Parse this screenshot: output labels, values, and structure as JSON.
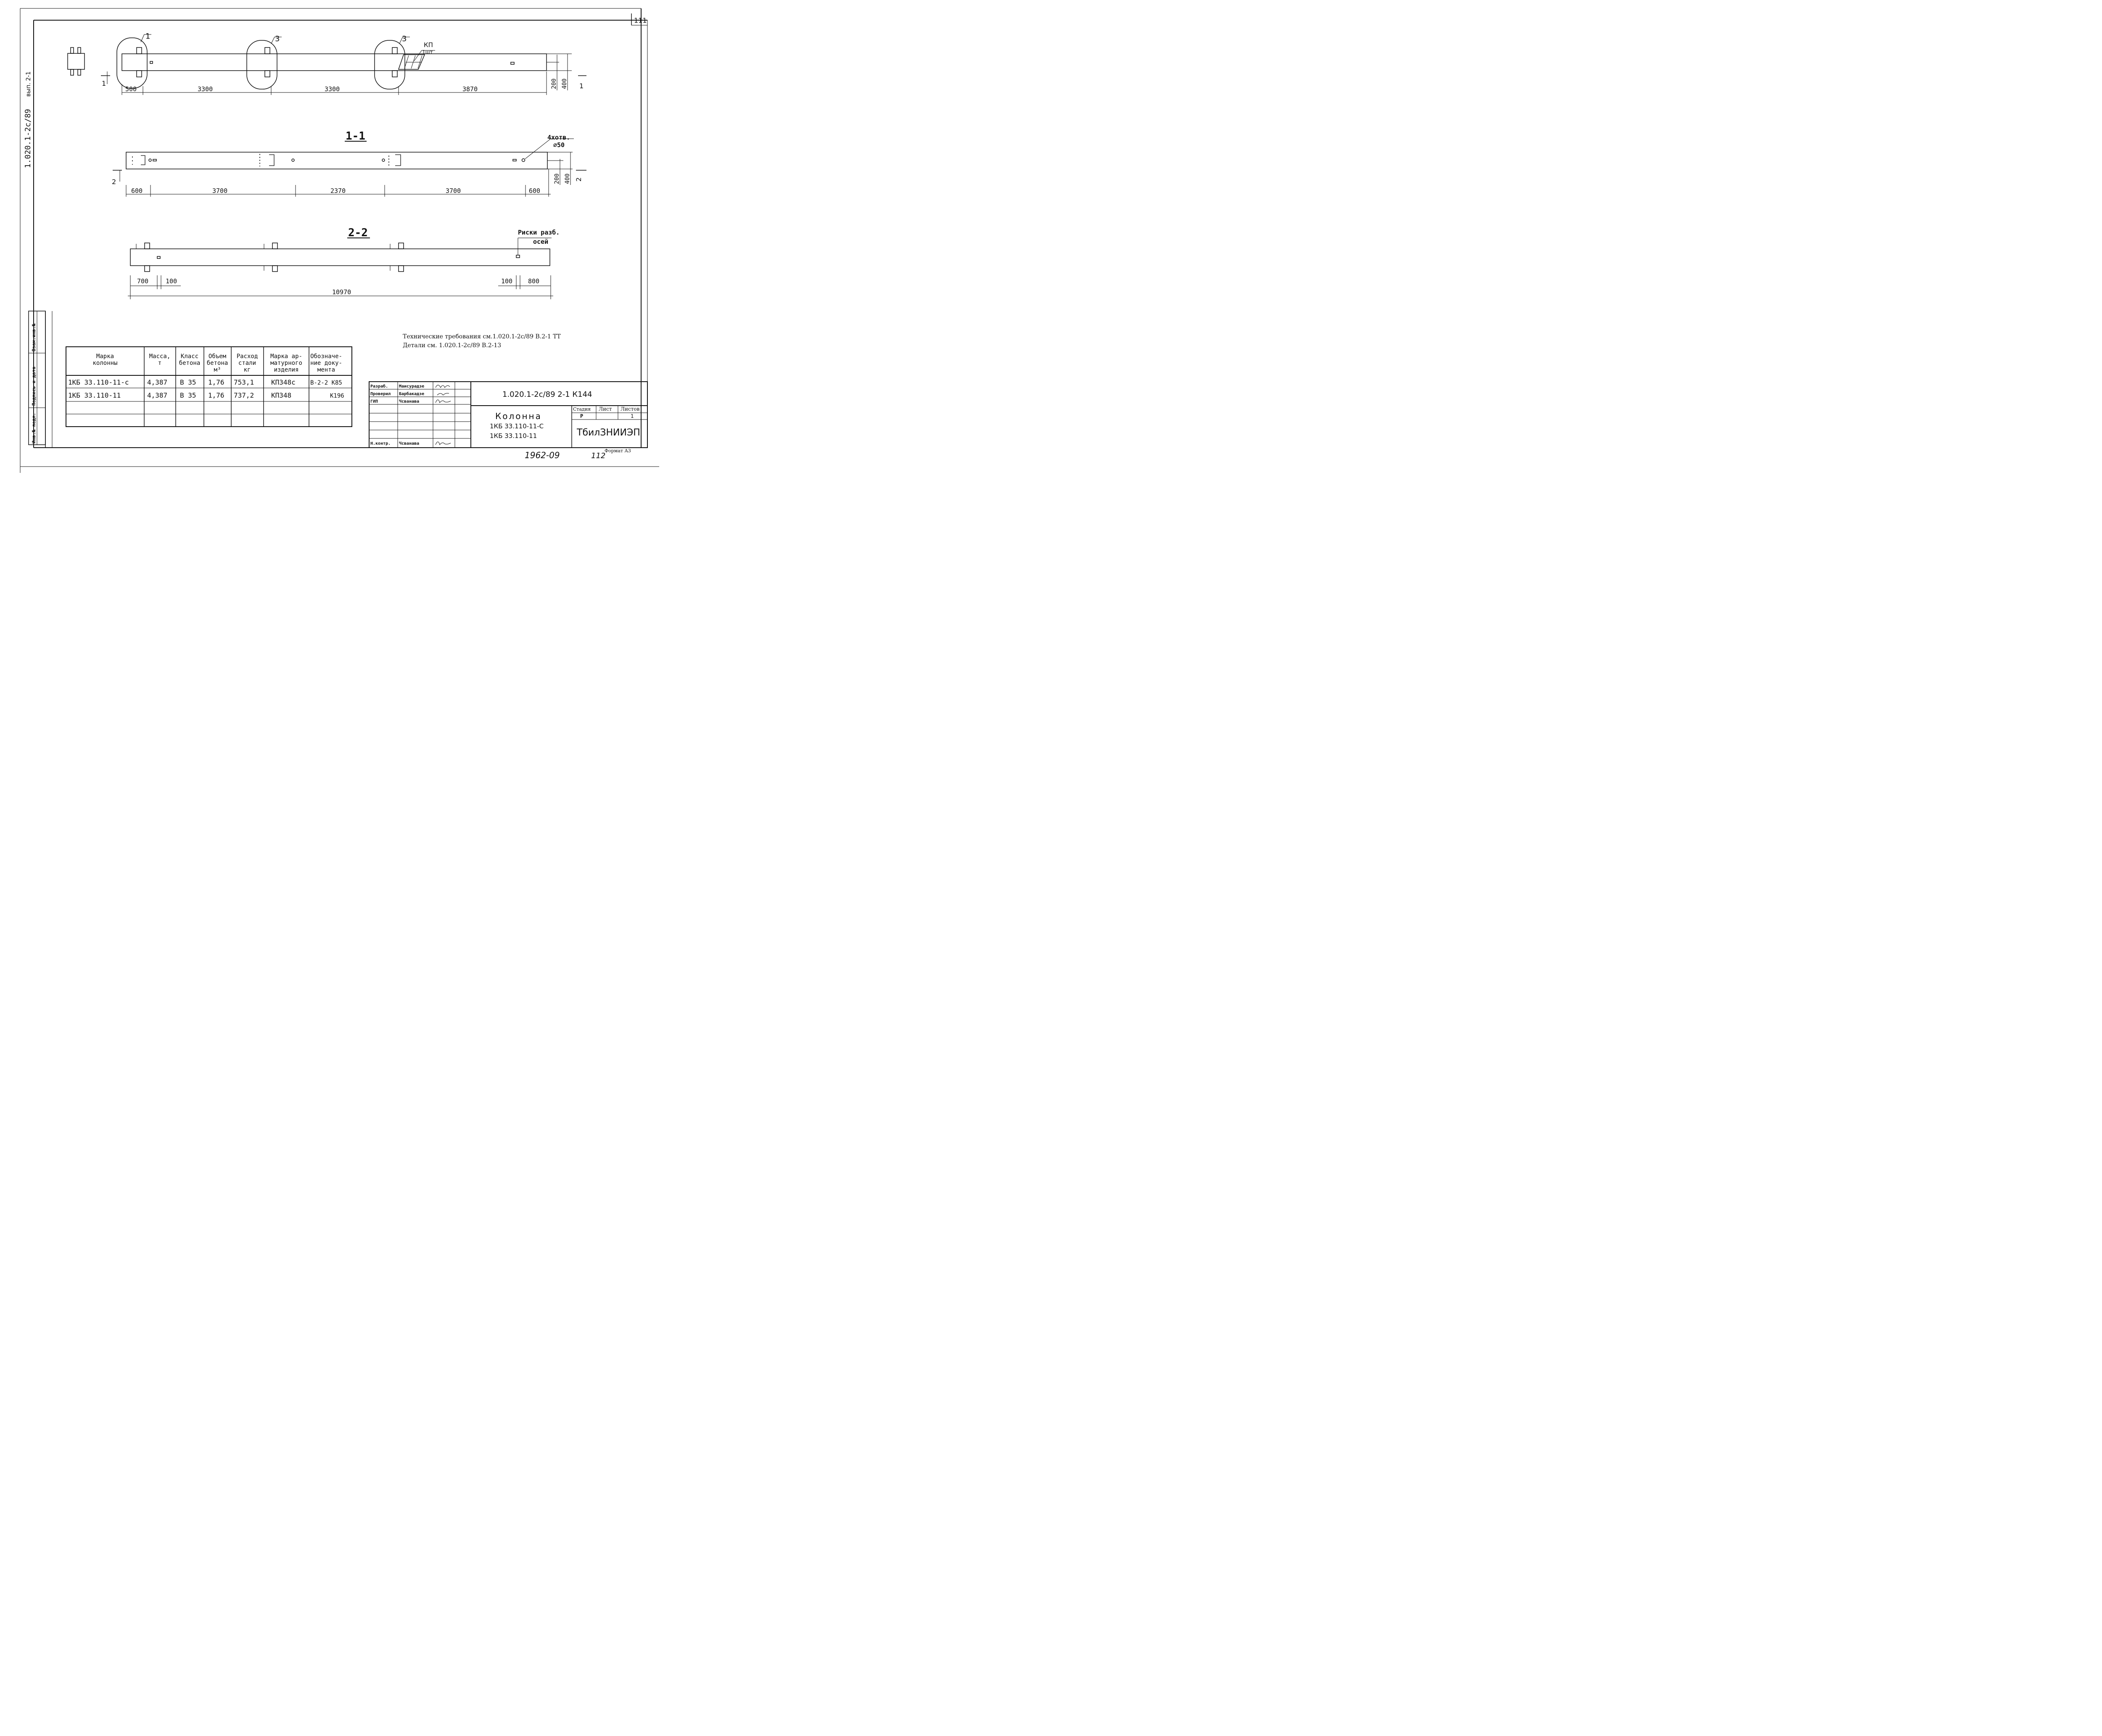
{
  "sheet": {
    "number_corner": "111",
    "side_code": "1.020.1-2с/89",
    "side_issue": "вып. 2-1",
    "footer_handwritten": "1962-09",
    "footer_page": "112",
    "format_label": "Формат А3"
  },
  "plan": {
    "callouts": [
      "1",
      "3",
      "3"
    ],
    "insert_label": "КП",
    "insert_qty": "1шт",
    "section_mark": "1",
    "dims": [
      "500",
      "3300",
      "3300",
      "3870"
    ],
    "dims_vertical": [
      "200",
      "400"
    ]
  },
  "section11": {
    "title": "1-1",
    "holes_label": "4хотв.",
    "holes_diameter": "⌀50",
    "section_mark": "2",
    "dims": [
      "600",
      "3700",
      "2370",
      "3700",
      "600"
    ],
    "dims_vertical": [
      "200",
      "400"
    ]
  },
  "section22": {
    "title": "2-2",
    "axis_label_1": "Риски разб.",
    "axis_label_2": "осей",
    "dims": [
      "700",
      "100",
      "100",
      "800"
    ],
    "total": "10970"
  },
  "notes": {
    "line1": "Технические требования см.1.020.1-2с/89 В.2-1 ТТ",
    "line2": "Детали см. 1.020.1-2с/89 В.2-13"
  },
  "spec_table": {
    "headers": [
      [
        "Марка",
        "колонны"
      ],
      [
        "Масса,",
        "т"
      ],
      [
        "Класс",
        "бетона"
      ],
      [
        "Объем",
        "бетона",
        "м³"
      ],
      [
        "Расход",
        "стали",
        "кг"
      ],
      [
        "Марка ар-",
        "матурного",
        "изделия"
      ],
      [
        "Обозначе-",
        "ние доку-",
        "мента"
      ]
    ],
    "rows": [
      [
        "1КБ 33.110-11-с",
        "4,387",
        "В 35",
        "1,76",
        "753,1",
        "КП348с",
        "В-2-2 К85"
      ],
      [
        "1КБ 33.110-11",
        "4,387",
        "В 35",
        "1,76",
        "737,2",
        "КП348",
        "К196"
      ]
    ]
  },
  "left_stamp": [
    "Инв.№ подл.",
    "Подпись и дата",
    "Взам.инв.№"
  ],
  "title_block": {
    "roles": [
      {
        "role": "Разраб.",
        "name": "Маисурадзе"
      },
      {
        "role": "Проверил",
        "name": "Барбакадзе"
      },
      {
        "role": "ГИП",
        "name": "Чсванава"
      },
      {
        "role": "",
        "name": ""
      },
      {
        "role": "",
        "name": ""
      },
      {
        "role": "",
        "name": ""
      },
      {
        "role": "Н.контр.",
        "name": "Чсванава"
      }
    ],
    "designation": "1.020.1-2с/89  2-1  К144",
    "name_title": "Колонна",
    "name_line1": "1КБ 33.110-11-С",
    "name_line2": "1КБ 33.110-11",
    "stage_header": "Стадия",
    "sheet_header": "Лист",
    "sheets_header": "Листов",
    "stage": "Р",
    "sheets": "1",
    "org": "ТбилЗНИИЭП"
  }
}
